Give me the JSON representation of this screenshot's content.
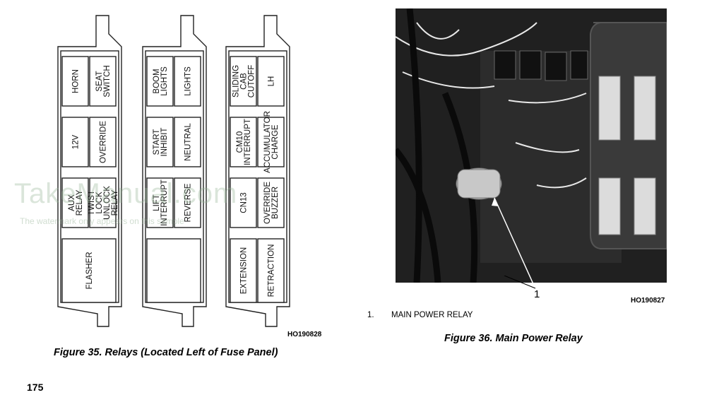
{
  "figure35": {
    "columns": [
      {
        "rows": [
          [
            "HORN",
            "SEAT SWITCH"
          ],
          [
            "12V",
            "OVERRIDE"
          ],
          [
            "AUX RELAY",
            "TWIST LOCK UNLOCK RELAY"
          ],
          [
            "FLASHER"
          ]
        ]
      },
      {
        "rows": [
          [
            "BOOM LIGHTS",
            "LIGHTS"
          ],
          [
            "START INHIBIT",
            "NEUTRAL"
          ],
          [
            "LIFT INTERRUPT",
            "REVERSE"
          ],
          [
            ""
          ]
        ]
      },
      {
        "rows": [
          [
            "SLIDING CAB CUTOFF",
            "LH"
          ],
          [
            "CM10 INTERRUPT",
            "ACCUMULATOR CHARGE"
          ],
          [
            "CN13",
            "OVERRIDE BUZZER"
          ],
          [
            "EXTENSION",
            "RETRACTION"
          ]
        ]
      }
    ],
    "code": "HO190828",
    "caption": "Figure 35. Relays (Located Left of Fuse Panel)"
  },
  "figure36": {
    "callout_number": "1",
    "code": "HO190827",
    "legend_number": "1.",
    "legend_text": "MAIN POWER RELAY",
    "caption": "Figure 36. Main Power Relay"
  },
  "page_number": "175",
  "watermark": {
    "text": "TakeManual.com",
    "subtext": "The watermark only appears on this sample"
  },
  "colors": {
    "line": "#222222",
    "fill": "#ffffff",
    "watermark": "#96b496"
  }
}
